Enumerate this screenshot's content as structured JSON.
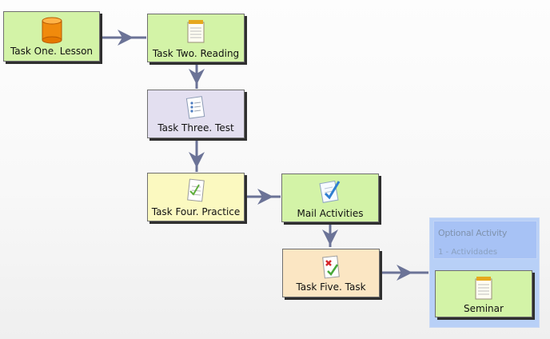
{
  "nodes": {
    "task_one": {
      "label": "Task One. Lesson",
      "icon": "database-icon"
    },
    "task_two": {
      "label": "Task Two. Reading",
      "icon": "notepad-icon"
    },
    "task_three": {
      "label": "Task Three. Test",
      "icon": "test-sheet-icon"
    },
    "task_four": {
      "label": "Task Four. Practice",
      "icon": "practice-sheet-icon"
    },
    "mail": {
      "label": "Mail Activities",
      "icon": "checkmark-sheet-icon"
    },
    "task_five": {
      "label": "Task Five. Task",
      "icon": "graded-sheet-icon"
    },
    "seminar": {
      "label": "Seminar",
      "icon": "notepad-icon"
    }
  },
  "optional_activity": {
    "title": "Optional Activity",
    "subtitle": "1 - Actividades"
  },
  "colors": {
    "green": "#d3f3a7",
    "purple": "#e3dff0",
    "yellow": "#fbf9c0",
    "peach": "#fbe6c3",
    "optional_blue": "#b8d0f7",
    "arrow": "#6b7397"
  },
  "connections": [
    [
      "task_one",
      "task_two"
    ],
    [
      "task_two",
      "task_three"
    ],
    [
      "task_three",
      "task_four"
    ],
    [
      "task_four",
      "mail"
    ],
    [
      "mail",
      "task_five"
    ],
    [
      "task_five",
      "optional_activity"
    ]
  ]
}
